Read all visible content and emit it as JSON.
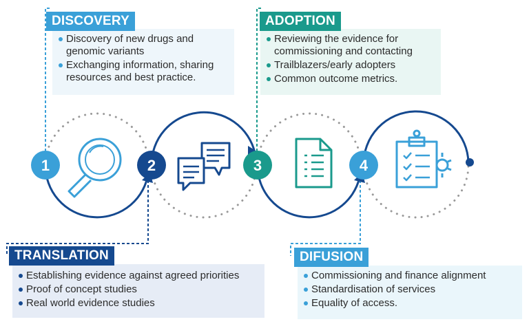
{
  "stages": [
    {
      "number": "1",
      "title": "DISCOVERY",
      "items": [
        "Discovery of new drugs and genomic variants",
        "Exchanging information, sharing resources and best practice."
      ],
      "color": "#3aa0d8",
      "icon": "magnifying-glass-icon"
    },
    {
      "number": "2",
      "title": "TRANSLATION",
      "items": [
        "Establishing evidence against agreed priorities",
        "Proof of concept studies",
        "Real world evidence studies"
      ],
      "color": "#15498f",
      "icon": "chat-bubbles-icon"
    },
    {
      "number": "3",
      "title": "ADOPTION",
      "items": [
        "Reviewing the evidence for commissioning and contacting",
        "Trailblazers/early adopters",
        "Common outcome metrics."
      ],
      "color": "#1a9a8c",
      "icon": "document-icon"
    },
    {
      "number": "4",
      "title": "DIFUSION",
      "items": [
        "Commissioning and finance alignment",
        "Standardisation of services",
        "Equality of access."
      ],
      "color": "#3aa0d8",
      "icon": "clipboard-gear-icon"
    }
  ],
  "colors": {
    "light_blue": "#3aa0d8",
    "navy": "#15498f",
    "teal": "#1a9a8c",
    "dots": "#9a9a9a"
  }
}
